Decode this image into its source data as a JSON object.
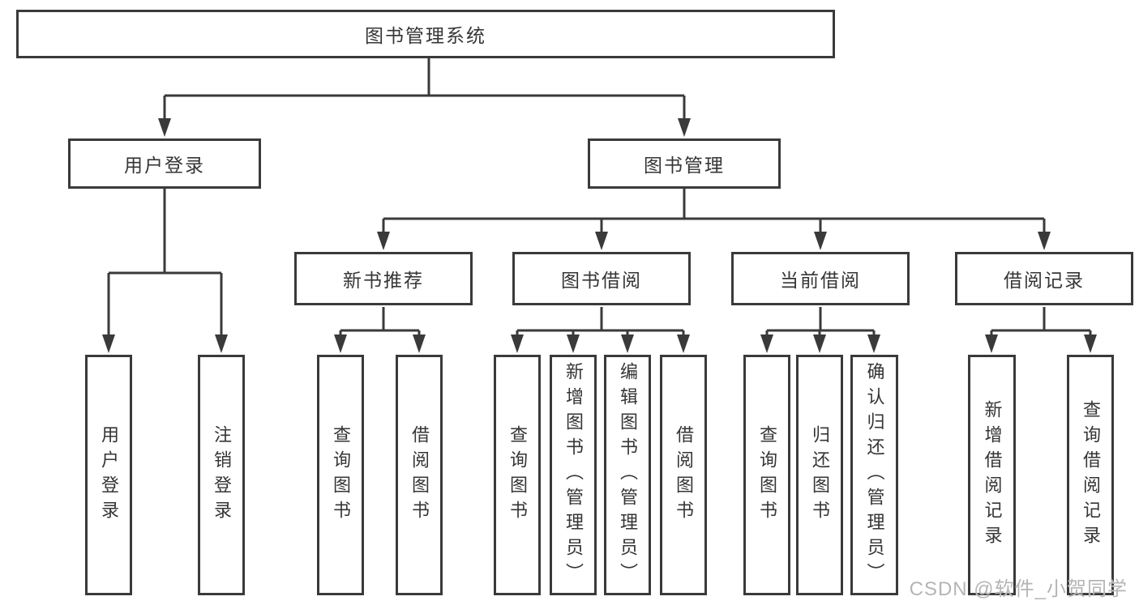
{
  "tree": {
    "label": "图书管理系统",
    "children": [
      {
        "label": "用户登录",
        "children": [
          {
            "label": "用户登录"
          },
          {
            "label": "注销登录"
          }
        ]
      },
      {
        "label": "图书管理",
        "children": [
          {
            "label": "新书推荐",
            "children": [
              {
                "label": "查询图书"
              },
              {
                "label": "借阅图书"
              }
            ]
          },
          {
            "label": "图书借阅",
            "children": [
              {
                "label": "查询图书"
              },
              {
                "label": "新增图书（管理员）"
              },
              {
                "label": "编辑图书（管理员）"
              },
              {
                "label": "借阅图书"
              }
            ]
          },
          {
            "label": "当前借阅",
            "children": [
              {
                "label": "查询图书"
              },
              {
                "label": "归还图书"
              },
              {
                "label": "确认归还（管理员）"
              }
            ]
          },
          {
            "label": "借阅记录",
            "children": [
              {
                "label": "新增借阅记录"
              },
              {
                "label": "查询借阅记录"
              }
            ]
          }
        ]
      }
    ]
  },
  "watermark": {
    "text": "CSDN @软件_小贺同学"
  },
  "colors": {
    "line": "#3a3a3a",
    "box_border": "#3a3a3a",
    "box_bg": "#ffffff",
    "text": "#353535",
    "watermark": "#b5b5b5"
  }
}
